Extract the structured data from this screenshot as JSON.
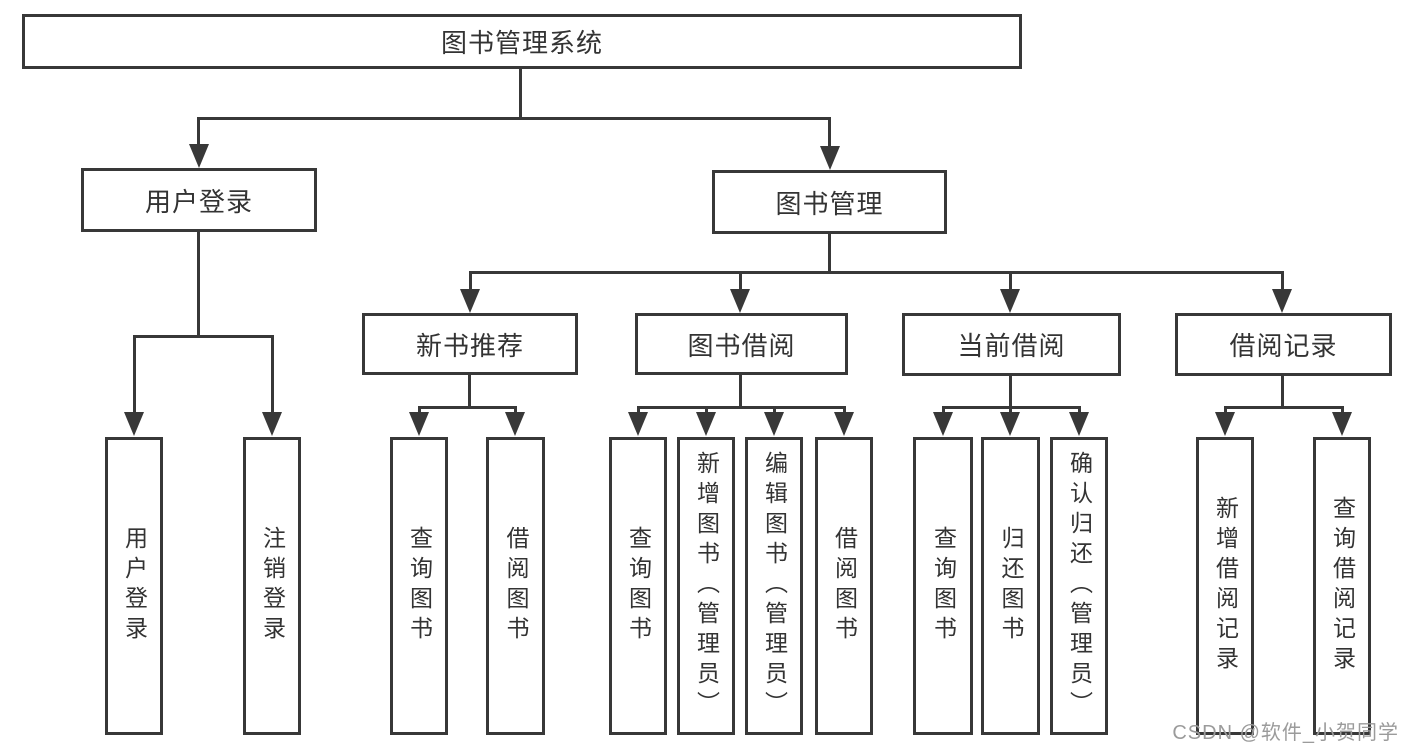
{
  "colors": {
    "line": "#383838",
    "text": "#333333",
    "watermark_text_color": "#9b9b9b",
    "background": "#ffffff"
  },
  "tree": {
    "root": {
      "label": "图书管理系统"
    },
    "children": [
      {
        "label": "用户登录",
        "children": [
          {
            "label": "用户登录"
          },
          {
            "label": "注销登录"
          }
        ]
      },
      {
        "label": "图书管理",
        "children": [
          {
            "label": "新书推荐",
            "children": [
              {
                "label": "查询图书"
              },
              {
                "label": "借阅图书"
              }
            ]
          },
          {
            "label": "图书借阅",
            "children": [
              {
                "label": "查询图书"
              },
              {
                "label": "新增图书（管理员）"
              },
              {
                "label": "编辑图书（管理员）"
              },
              {
                "label": "借阅图书"
              }
            ]
          },
          {
            "label": "当前借阅",
            "children": [
              {
                "label": "查询图书"
              },
              {
                "label": "归还图书"
              },
              {
                "label": "确认归还（管理员）"
              }
            ]
          },
          {
            "label": "借阅记录",
            "children": [
              {
                "label": "新增借阅记录"
              },
              {
                "label": "查询借阅记录"
              }
            ]
          }
        ]
      }
    ]
  },
  "watermark": {
    "text": "CSDN @软件_小贺同学"
  }
}
